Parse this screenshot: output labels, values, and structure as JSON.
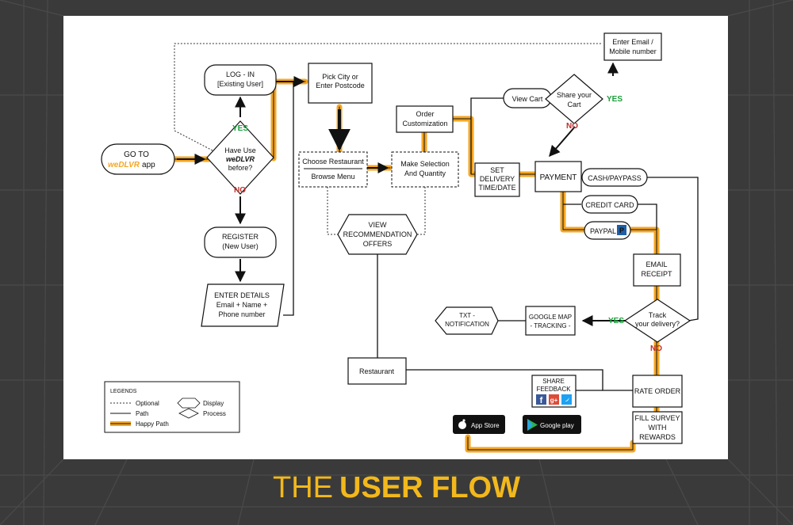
{
  "page_title_light": "THE",
  "page_title_bold": "USER FLOW",
  "colors": {
    "background": "#3a3a3a",
    "canvas": "#ffffff",
    "happy_path": "#f5a623",
    "accent_orange": "#f5a623",
    "yes": "#1a9e3a",
    "no": "#c0302a",
    "title": "#f2b81c"
  },
  "nodes": {
    "goto": {
      "line1": "GO TO",
      "brand": "weDLVR",
      "tail": "app"
    },
    "have_use": {
      "line1": "Have Use",
      "brand": "weDLVR",
      "line3": "before?"
    },
    "login": {
      "line1": "LOG - IN",
      "line2": "[Existing User]"
    },
    "register": {
      "line1": "REGISTER",
      "line2": "(New User)"
    },
    "enter_details": {
      "line1": "ENTER DETAILS",
      "line2": "Email + Name +",
      "line3": "Phone number"
    },
    "pick_city": {
      "line1": "Pick City or",
      "line2": "Enter Postcode"
    },
    "choose_restaurant": {
      "line1": "Choose Restaurant",
      "line2": "Browse Menu"
    },
    "make_selection": {
      "line1": "Make Selection",
      "line2": "And Quantity"
    },
    "order_customization": {
      "line1": "Order",
      "line2": "Customization"
    },
    "view_recommendation": {
      "line1": "VIEW",
      "line2": "RECOMMENDATION",
      "line3": "OFFERS"
    },
    "restaurant": {
      "line1": "Restaurant"
    },
    "view_cart": {
      "line1": "View Cart"
    },
    "share_cart": {
      "line1": "Share your",
      "line2": "Cart"
    },
    "enter_email": {
      "line1": "Enter Email /",
      "line2": "Mobile number"
    },
    "set_delivery": {
      "line1": "SET",
      "line2": "DELIVERY",
      "line3": "TIME/DATE"
    },
    "payment": {
      "line1": "PAYMENT"
    },
    "cash": {
      "line1": "CASH/PAYPASS"
    },
    "credit_card": {
      "line1": "CREDIT CARD"
    },
    "paypal": {
      "line1": "PAYPAL",
      "badge": "P"
    },
    "email_receipt": {
      "line1": "EMAIL",
      "line2": "RECEIPT"
    },
    "track": {
      "line1": "Track",
      "line2": "your delivery?"
    },
    "google_map": {
      "line1": "GOOGLE MAP",
      "line2": "- TRACKING -"
    },
    "txt_notification": {
      "line1": "TXT -",
      "line2": "NOTIFICATION"
    },
    "rate_order": {
      "line1": "RATE ORDER"
    },
    "fill_survey": {
      "line1": "FILL SURVEY",
      "line2": "WITH",
      "line3": "REWARDS"
    },
    "share_feedback": {
      "line1": "SHARE",
      "line2": "FEEDBACK"
    },
    "app_store": {
      "label": "App Store"
    },
    "google_play": {
      "label": "Google play"
    }
  },
  "edge_labels": {
    "yes_login": "YES",
    "no_register": "NO",
    "yes_share": "YES",
    "no_share": "NO",
    "yes_track": "YES",
    "no_track": "NO"
  },
  "social_icons": [
    "facebook-icon",
    "google-plus-icon",
    "twitter-icon"
  ],
  "legend": {
    "title": "LEGENDS",
    "optional": "Optional",
    "path": "Path",
    "happy_path": "Happy Path",
    "display": "Display",
    "process": "Process"
  }
}
